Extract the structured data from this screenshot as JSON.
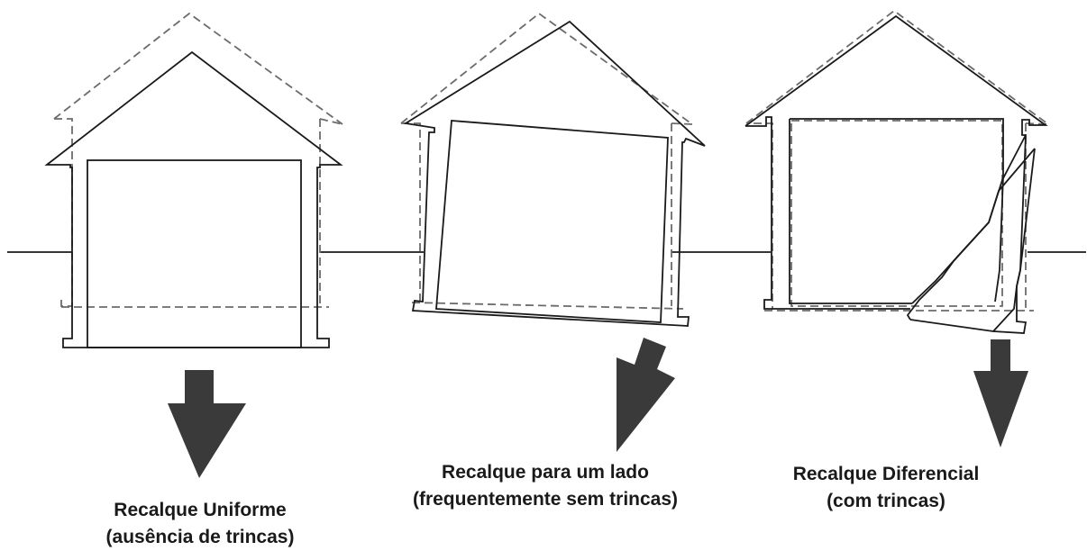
{
  "captions": {
    "uniform": {
      "line1": "Recalque Uniforme",
      "line2": "(ausência de trincas)"
    },
    "one_side": {
      "line1": "Recalque para um lado",
      "line2": "(frequentemente sem trincas)"
    },
    "differential": {
      "line1": "Recalque Diferencial",
      "line2": "(com trincas)"
    }
  },
  "colors": {
    "solid_line": "#1a1a1a",
    "dashed_outline": "#6b6b6b",
    "arrow": "#3a3a3a"
  }
}
